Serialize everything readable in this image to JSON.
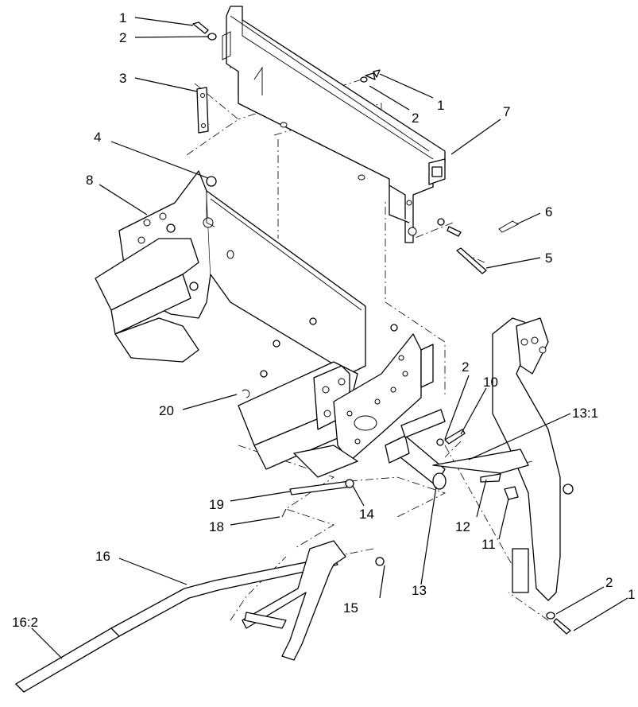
{
  "callouts": [
    {
      "id": "c1a",
      "label": "1"
    },
    {
      "id": "c2a",
      "label": "2"
    },
    {
      "id": "c3",
      "label": "3"
    },
    {
      "id": "c1b",
      "label": "1"
    },
    {
      "id": "c2b",
      "label": "2"
    },
    {
      "id": "c7",
      "label": "7"
    },
    {
      "id": "c4",
      "label": "4"
    },
    {
      "id": "c8",
      "label": "8"
    },
    {
      "id": "c6",
      "label": "6"
    },
    {
      "id": "c5",
      "label": "5"
    },
    {
      "id": "c2c",
      "label": "2"
    },
    {
      "id": "c10",
      "label": "10"
    },
    {
      "id": "c131",
      "label": "13:1"
    },
    {
      "id": "c20",
      "label": "20"
    },
    {
      "id": "c19",
      "label": "19"
    },
    {
      "id": "c14",
      "label": "14"
    },
    {
      "id": "c18",
      "label": "18"
    },
    {
      "id": "c12",
      "label": "12"
    },
    {
      "id": "c11",
      "label": "11"
    },
    {
      "id": "c16",
      "label": "16"
    },
    {
      "id": "c13",
      "label": "13"
    },
    {
      "id": "c15",
      "label": "15"
    },
    {
      "id": "c2d",
      "label": "2"
    },
    {
      "id": "c1c",
      "label": "1"
    },
    {
      "id": "c162",
      "label": "16:2"
    }
  ]
}
